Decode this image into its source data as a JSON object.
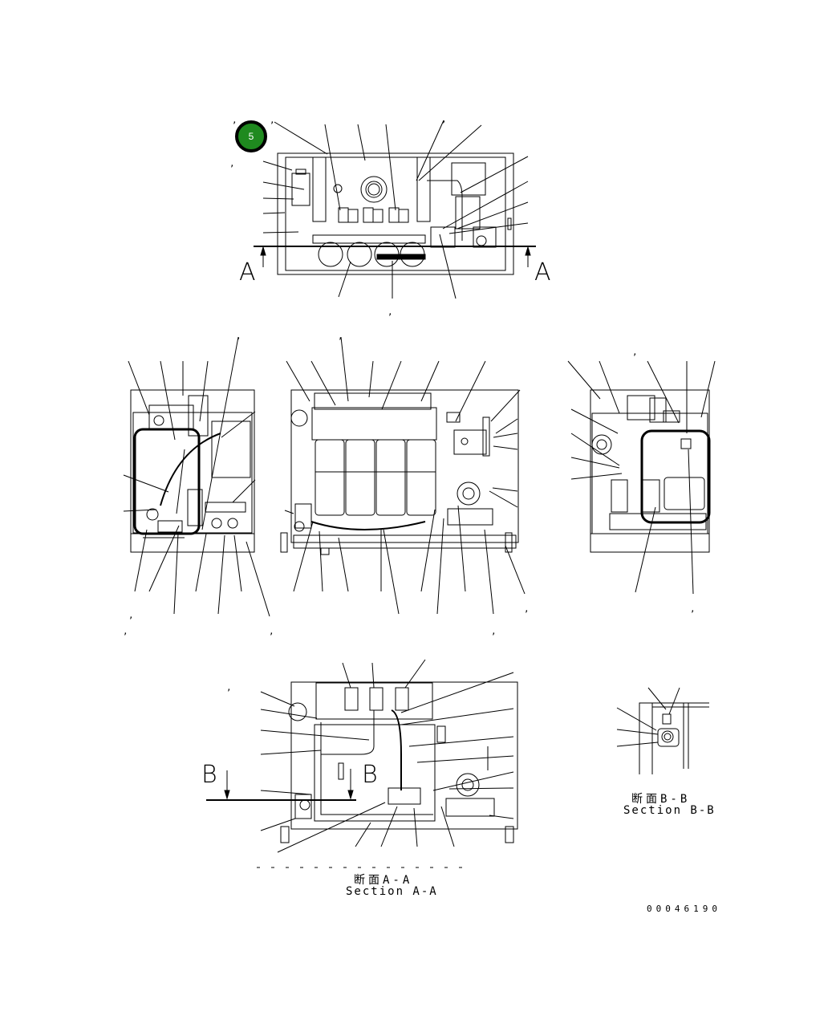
{
  "callout_badge": {
    "label": "5",
    "color": "#1f8a1f"
  },
  "section_markers": {
    "a_left": "A",
    "a_right": "A",
    "b_left": "B",
    "b_center": "B"
  },
  "sections": {
    "a_a_jp": "断面A-A",
    "a_a_en": "Section A-A",
    "b_b_jp": "断面B-B",
    "b_b_en": "Section B-B"
  },
  "document_number": "00046190",
  "tick_mark": ","
}
